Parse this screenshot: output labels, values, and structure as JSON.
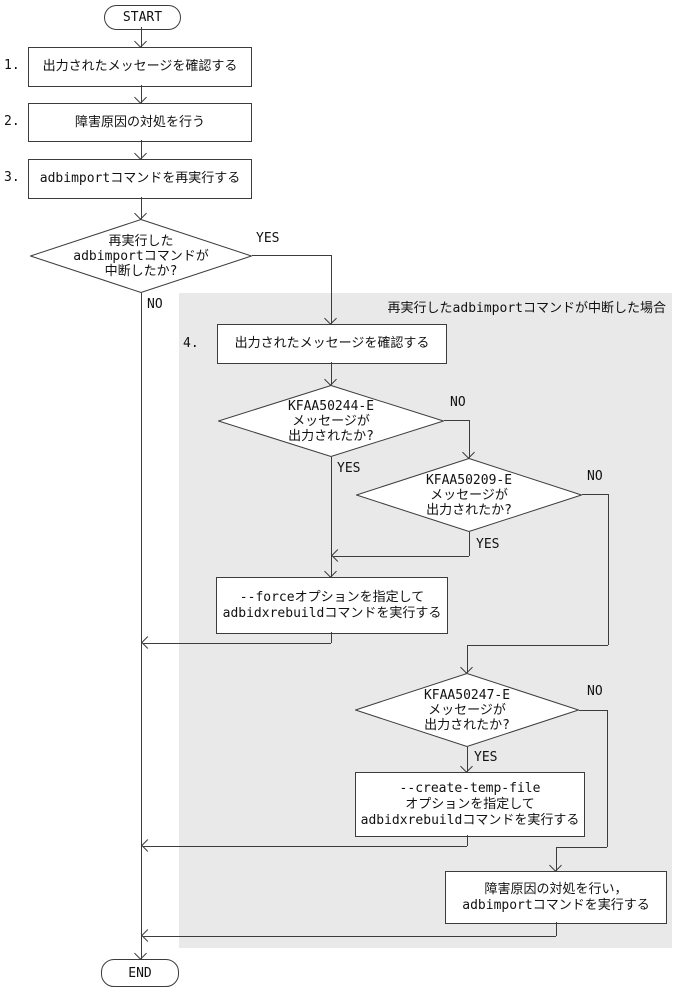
{
  "labels": {
    "start": "START",
    "end": "END",
    "yes": "YES",
    "no": "NO"
  },
  "region": {
    "label": "再実行したadbimportコマンドが中断した場合"
  },
  "steps": {
    "num1": "1.",
    "num2": "2.",
    "num3": "3.",
    "num4": "4.",
    "box1": "出力されたメッセージを確認する",
    "box2": "障害原因の対処を行う",
    "box3": "adbimportコマンドを再実行する",
    "box4": "出力されたメッセージを確認する"
  },
  "decisions": {
    "d1": {
      "l1": "再実行した",
      "l2": "adbimportコマンドが",
      "l3": "中断したか?"
    },
    "d2": {
      "l1": "KFAA50244-E",
      "l2": "メッセージが",
      "l3": "出力されたか?"
    },
    "d3": {
      "l1": "KFAA50209-E",
      "l2": "メッセージが",
      "l3": "出力されたか?"
    },
    "d4": {
      "l1": "KFAA50247-E",
      "l2": "メッセージが",
      "l3": "出力されたか?"
    }
  },
  "actions": {
    "force": {
      "l1": "--forceオプションを指定して",
      "l2": "adbidxrebuildコマンドを実行する"
    },
    "temp": {
      "l1": "--create-temp-file",
      "l2": "オプションを指定して",
      "l3": "adbidxrebuildコマンドを実行する"
    },
    "fault": {
      "l1": "障害原因の対処を行い，",
      "l2": "adbimportコマンドを実行する"
    }
  },
  "colors": {
    "line": "#3c3c3c",
    "region-bg": "#e9e9e9",
    "text": "#111111",
    "node-bg": "#ffffff"
  }
}
